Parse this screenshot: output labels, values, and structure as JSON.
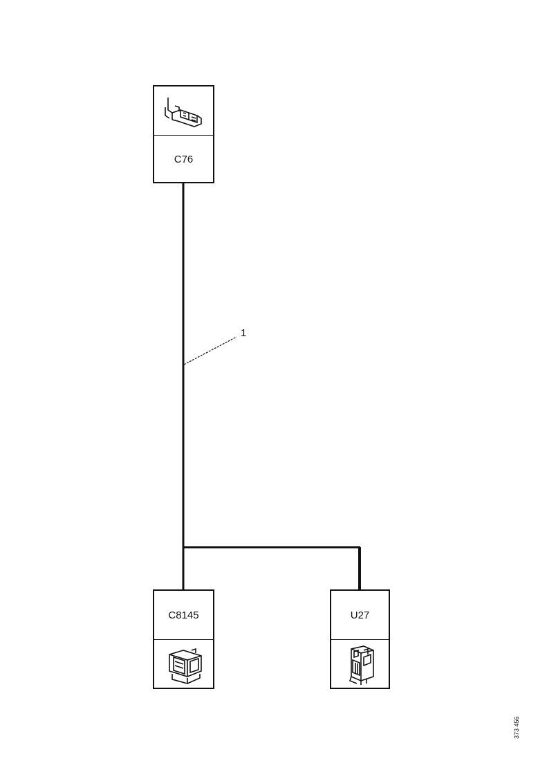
{
  "connectors": {
    "top": {
      "label": "C76",
      "icon": "connector-plug-icon"
    },
    "bottom_left": {
      "label": "C8145",
      "icon": "connector-socket-icon"
    },
    "bottom_right": {
      "label": "U27",
      "icon": "connector-module-icon"
    }
  },
  "wire": {
    "label": "1"
  },
  "reference": "373 456"
}
